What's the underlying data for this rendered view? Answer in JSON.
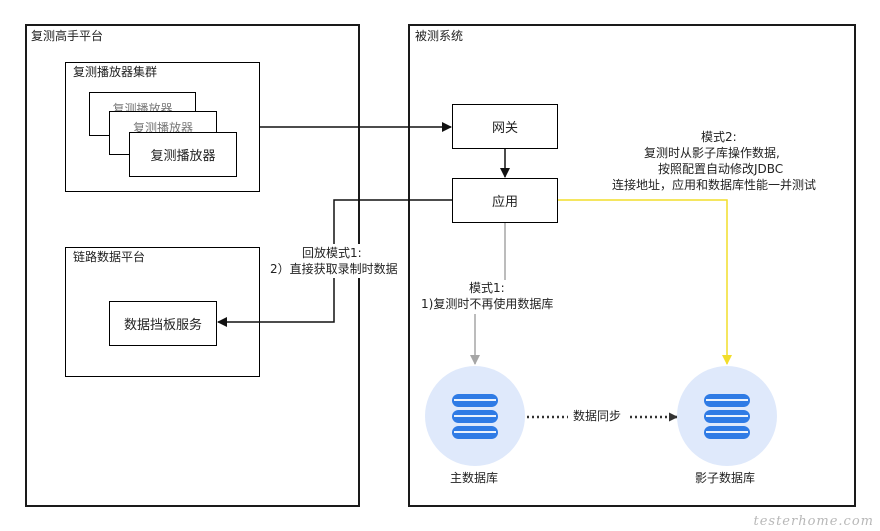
{
  "left_panel": {
    "title": "复测高手平台",
    "cluster": {
      "title": "复测播放器集群",
      "back_player_1": "复测播放器",
      "back_player_2": "复测播放器",
      "front_player": "复测播放器"
    },
    "trace_platform": {
      "title": "链路数据平台",
      "service": "数据挡板服务"
    }
  },
  "right_panel": {
    "title": "被测系统",
    "gateway": "网关",
    "app": "应用",
    "main_db": "主数据库",
    "shadow_db": "影子数据库"
  },
  "annotations": {
    "mode2": [
      "模式2:",
      "复测时从影子库操作数据,",
      "按照配置自动修改JDBC",
      "连接地址，应用和数据库性能一并测试"
    ],
    "mode1": [
      "模式1:",
      "1)复测时不再使用数据库"
    ],
    "replay_mode1": [
      "回放模式1:",
      "2）直接获取录制时数据"
    ],
    "sync": "数据同步"
  },
  "watermark": "testerhome.com",
  "colors": {
    "mode2_line": "#f2dd2a",
    "mode1_line": "#a6a6a6",
    "db_icon": "#2f7be5",
    "db_halo": "#dfe9fb"
  }
}
